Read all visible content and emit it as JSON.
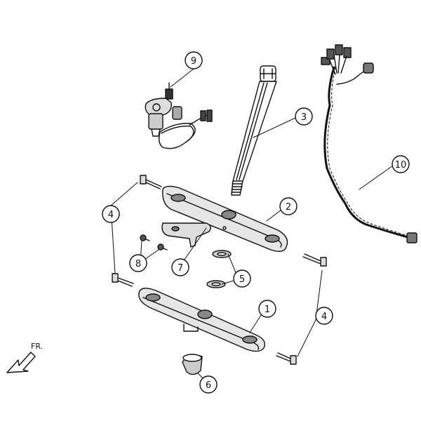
{
  "diagram": {
    "parts": [
      {
        "id": "1",
        "label": "1"
      },
      {
        "id": "2",
        "label": "2"
      },
      {
        "id": "3",
        "label": "3"
      },
      {
        "id": "4",
        "label": "4"
      },
      {
        "id": "5",
        "label": "5"
      },
      {
        "id": "6",
        "label": "6"
      },
      {
        "id": "7",
        "label": "7"
      },
      {
        "id": "8",
        "label": "8"
      },
      {
        "id": "9",
        "label": "9"
      },
      {
        "id": "10",
        "label": "10"
      }
    ],
    "front_arrow_label": "FR."
  }
}
